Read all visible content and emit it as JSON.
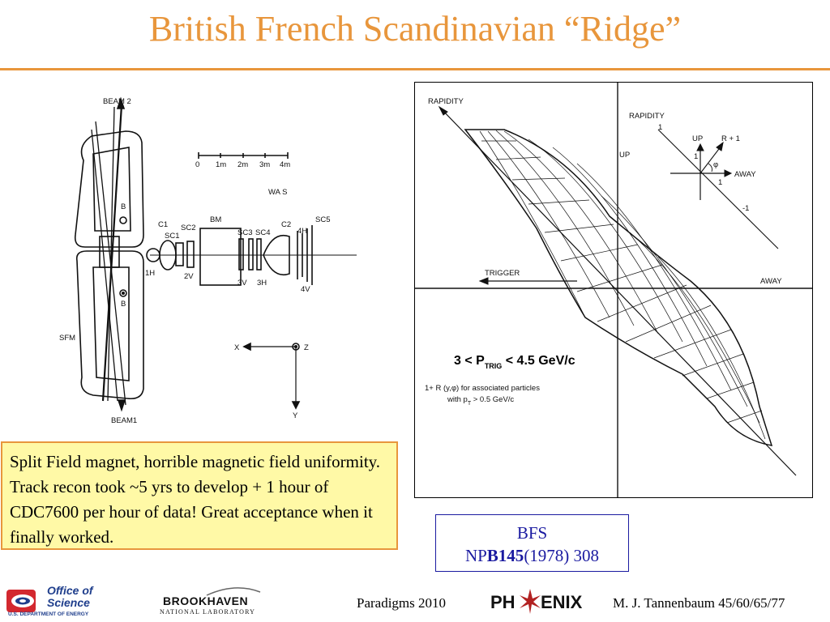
{
  "slide": {
    "title": "British French Scandinavian “Ridge”"
  },
  "left_figure": {
    "labels": {
      "beam2": "BEAM 2",
      "beam1": "BEAM1",
      "sfm": "SFM",
      "scale_0": "0",
      "scale_1": "1m",
      "scale_2": "2m",
      "scale_3": "3m",
      "scale_4": "4m",
      "was": "WA S",
      "bm": "BM",
      "c1": "C1",
      "c2": "C2",
      "sc1": "SC1",
      "sc2": "SC2",
      "sc3": "SC3",
      "sc4": "SC4",
      "sc5": "SC5",
      "h1": "1H",
      "v2": "2V",
      "v3": "3V",
      "h3": "3H",
      "h4": "4H",
      "v4": "4V",
      "b_upper": "B",
      "b_lower": "B",
      "axis_x": "X",
      "axis_y": "Y",
      "axis_z": "Z"
    }
  },
  "right_figure": {
    "labels": {
      "rapidity_axis": "RAPIDITY",
      "trigger": "TRIGGER",
      "up": "UP",
      "away": "AWAY",
      "inset_rapidity": "RAPIDITY",
      "inset_up": "UP",
      "inset_r1": "R + 1",
      "inset_phi": "φ",
      "inset_away": "AWAY",
      "inset_one_a": "1",
      "inset_one_b": "1",
      "inset_one_c": "1",
      "inset_neg1": "-1",
      "ptrig_prefix": "3 < P",
      "ptrig_sub": "TRIG",
      "ptrig_suffix": " < 4.5 GeV/c",
      "caption_line1": "1+ R  (y,φ)  for associated particles",
      "caption_line2_prefix": "with  p",
      "caption_line2_sub": "T",
      "caption_line2_suffix": " > 0.5 GeV/c"
    }
  },
  "callout": {
    "text": "Split Field magnet, horrible magnetic field uniformity. Track recon took ~5 yrs to develop + 1 hour of CDC7600 per hour of data! Great acceptance when it finally worked."
  },
  "reference": {
    "line1": "BFS",
    "prefix": "NP",
    "volume": "B145",
    "suffix": "(1978) 308"
  },
  "footer": {
    "office_of": "Office of",
    "science": "Science",
    "doe": "U.S. DEPARTMENT OF ENERGY",
    "bnl_name": "BROOKHAVEN",
    "bnl_sub": "NATIONAL LABORATORY",
    "conference": "Paradigms 2010",
    "phenix_left": "PH",
    "phenix_right": "ENIX",
    "author": "M. J. Tannenbaum   45/60/65/77"
  },
  "colors": {
    "title": "#E8963C",
    "callout_bg": "#FFF9A6",
    "callout_border": "#E8963C",
    "reference_blue": "#1a1aa0",
    "phenix_red": "#B22222"
  }
}
